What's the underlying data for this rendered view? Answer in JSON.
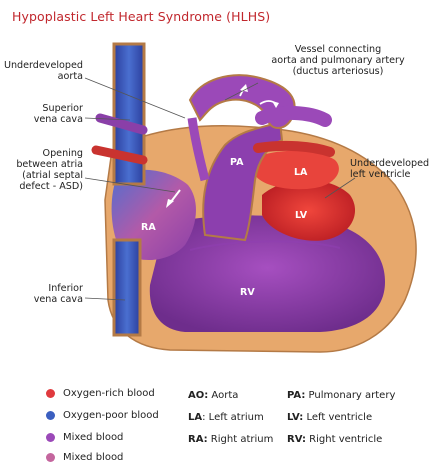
{
  "title": "Hypoplastic Left Heart Syndrome (HLHS)",
  "labels": {
    "aorta": "Underdeveloped\naorta",
    "svc": "Superior\nvena cava",
    "asd": "Opening\nbetween atria\n(atrial septal\ndefect - ASD)",
    "ivc": "Inferior\nvena cava",
    "ductus": "Vessel connecting\naorta and pulmonary artery\n(ductus arteriosus)",
    "lv": "Underdeveloped\nleft ventricle"
  },
  "chambers": {
    "pa": "PA",
    "la": "LA",
    "ra": "RA",
    "lv": "LV",
    "rv": "RV"
  },
  "legend": [
    {
      "label": "Oxygen-rich blood",
      "color": "#e03a3e"
    },
    {
      "label": "Oxygen-poor blood",
      "color": "#3b5fc0"
    },
    {
      "label": "Mixed blood",
      "color": "#9b49b8"
    },
    {
      "label": "Mixed blood",
      "color": "#c4669e"
    }
  ],
  "abbreviations": [
    {
      "abbr": "AO:",
      "text": " Aorta"
    },
    {
      "abbr": "PA:",
      "text": " Pulmonary artery"
    },
    {
      "abbr": "LA",
      "text": ": Left atrium"
    },
    {
      "abbr": "LV:",
      "text": " Left ventricle"
    },
    {
      "abbr": "RA:",
      "text": " Right atrium"
    },
    {
      "abbr": "RV:",
      "text": " Right ventricle"
    }
  ]
}
